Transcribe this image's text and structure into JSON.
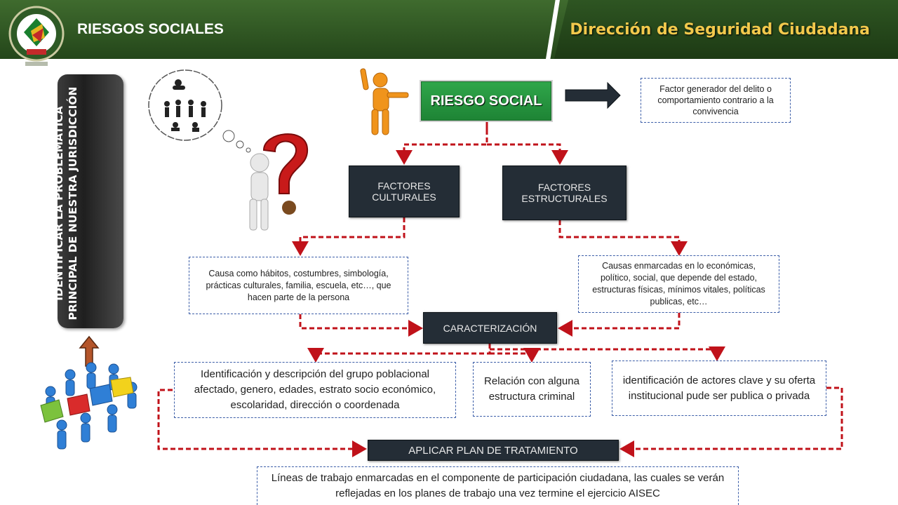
{
  "header": {
    "title": "RIESGOS SOCIALES",
    "subtitle": "Dirección de Seguridad Ciudadana"
  },
  "sidebar": {
    "vertical_label": "IDENTIFICAR LA PROBLEMÁTICA PRINCIPAL DE NUESTRA JURISDICCIÓN"
  },
  "diagram": {
    "riesgo_social": "RIESGO SOCIAL",
    "definicion": "Factor generador del delito o comportamiento contrario a la convivencia",
    "factores_culturales": "FACTORES CULTURALES",
    "factores_estructurales": "FACTORES ESTRUCTURALES",
    "causa_cultural": "Causa como hábitos, costumbres, simbología, prácticas culturales, familia, escuela, etc…, que hacen parte de la persona",
    "causa_estructural": "Causas enmarcadas en lo económicas, político, social, que depende del estado, estructuras físicas, mínimos vitales, políticas publicas, etc…",
    "caracterizacion": "CARACTERIZACIÓN",
    "identificacion_grupo": "Identificación y descripción del grupo poblacional afectado, genero, edades, estrato socio económico, escolaridad, dirección o coordenada",
    "relacion_estructura": "Relación con alguna estructura criminal",
    "actores_clave": "identificación de actores clave y su oferta institucional pude ser publica o privada",
    "aplicar_plan": "APLICAR PLAN DE TRATAMIENTO",
    "lineas_trabajo": "Líneas de trabajo enmarcadas en el componente de participación ciudadana, las cuales se verán reflejadas en los planes de trabajo una vez termine el ejercicio AISEC"
  },
  "colors": {
    "header_green": "#2f5a22",
    "accent_gold": "#f2c94c",
    "connector_red": "#c0121a",
    "dark_box": "#242d36",
    "green_box": "#23903d"
  }
}
